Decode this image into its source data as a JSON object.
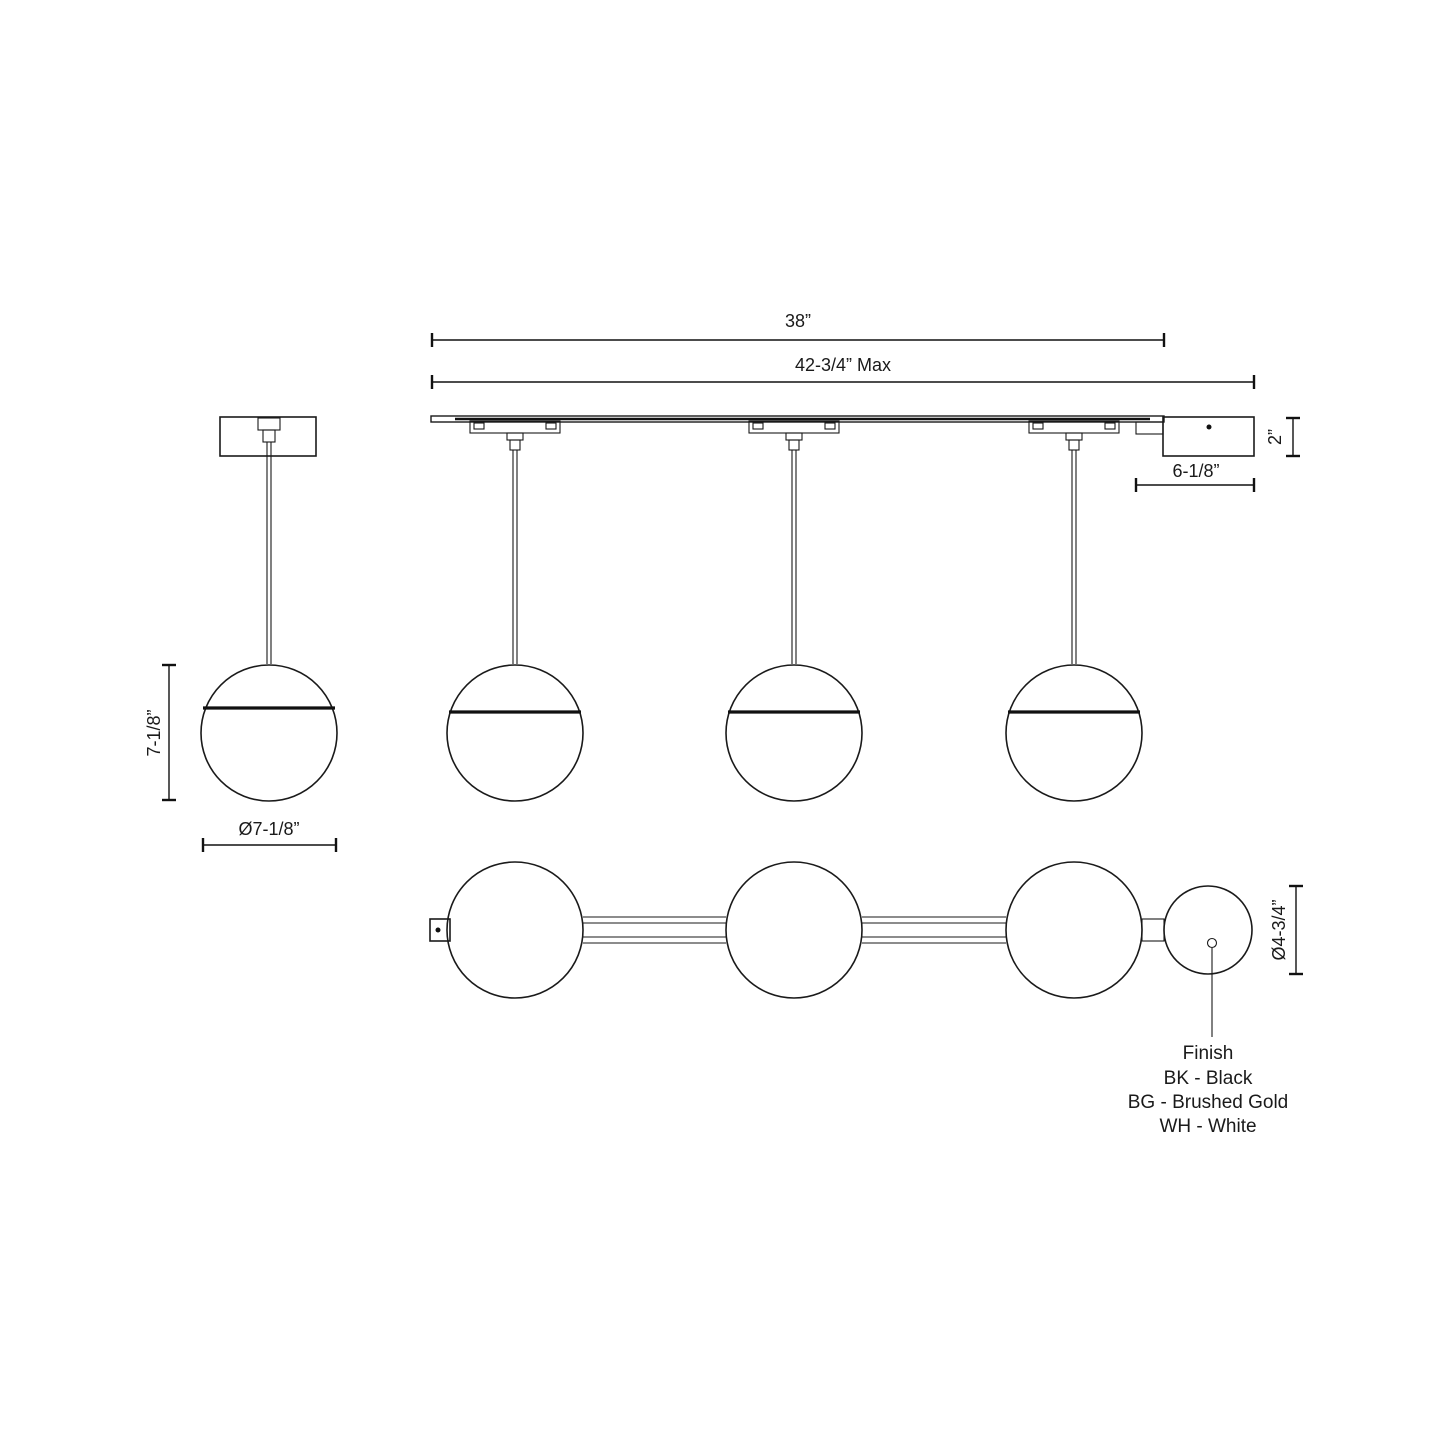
{
  "dimensions": {
    "overall_length": "38”",
    "max_length": "42-3/4” Max",
    "canopy_height": "2”",
    "canopy_length": "6-1/8”",
    "globe_height": "7-1/8”",
    "globe_diameter": "Ø7-1/8”",
    "canopy_diameter": "Ø4-3/4”"
  },
  "finish": {
    "title": "Finish",
    "options": [
      "BK - Black",
      "BG - Brushed Gold",
      "WH - White"
    ]
  }
}
